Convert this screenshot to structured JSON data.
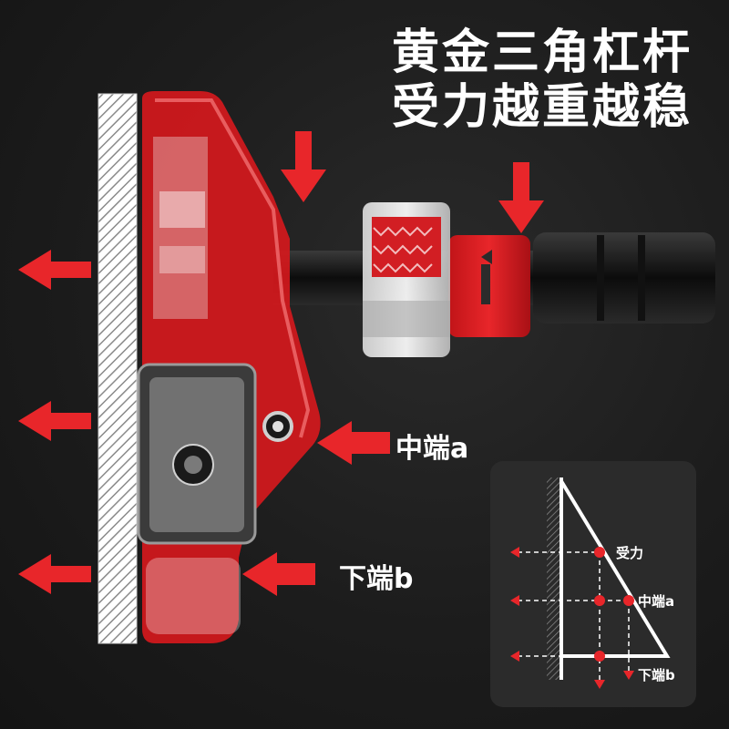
{
  "headline": {
    "line1": "黄金三角杠杆",
    "line2": "受力越重越稳"
  },
  "callouts": {
    "middle": "中端a",
    "lower": "下端b"
  },
  "diagram": {
    "force_label": "受力",
    "middle_label": "中端a",
    "lower_label": "下端b"
  },
  "colors": {
    "accent_red": "#e8262a",
    "background": "#1c1c1c",
    "panel": "#2b2b2b",
    "text": "#ffffff"
  }
}
